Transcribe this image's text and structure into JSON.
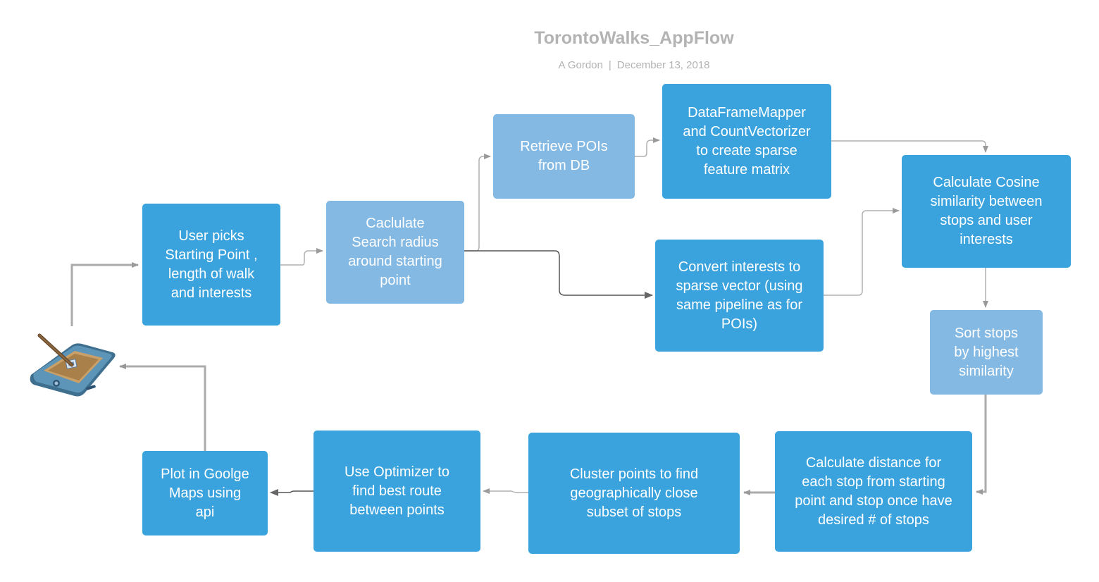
{
  "header": {
    "title": "TorontoWalks_AppFlow",
    "author": "A Gordon",
    "separator": "|",
    "date": "December 13, 2018"
  },
  "nodes": {
    "user_picks": "User picks\nStarting Point ,\nlength of walk\nand interests",
    "calc_radius": "Caclulate\nSearch radius\naround starting\npoint",
    "retrieve_pois": "Retrieve POIs\nfrom DB",
    "dataframe_mapper": "DataFrameMapper\nand CountVectorizer\nto create sparse\nfeature matrix",
    "convert_interests": "Convert interests to\nsparse vector (using\nsame pipeline as for\nPOIs)",
    "cosine_similarity": "Calculate Cosine\nsimilarity between\nstops and user\ninterests",
    "sort_stops": "Sort stops\nby highest\nsimilarity",
    "calc_distance": "Calculate distance for\neach stop from starting\npoint and stop once have\ndesired # of stops",
    "cluster_points": "Cluster points to find\ngeographically close\nsubset of stops",
    "optimizer": "Use Optimizer to\nfind best route\nbetween points",
    "plot_maps": "Plot in Goolge\nMaps using\napi"
  },
  "colors": {
    "node_dark": "#3aa2dc",
    "node_light": "#84b9e3",
    "connector": "#a6a6a6",
    "title": "#b3b3b3"
  },
  "icons": {
    "device": "pda-stylus-icon"
  }
}
